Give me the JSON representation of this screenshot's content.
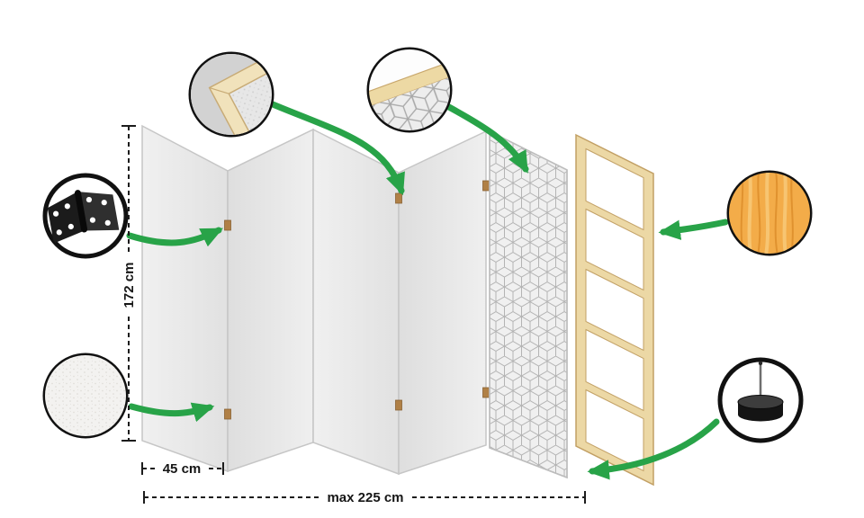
{
  "diagram": {
    "title": "room-divider-construction-infographic",
    "labels": {
      "height": "172 cm",
      "panel_width": "45 cm",
      "max_width": "max 225 cm"
    },
    "callouts": [
      {
        "id": "hinge",
        "icon": "hinge-icon"
      },
      {
        "id": "frame-corner",
        "icon": "frame-corner-icon"
      },
      {
        "id": "printed-fabric-corner",
        "icon": "printed-fabric-corner-icon"
      },
      {
        "id": "pine-wood",
        "icon": "wood-texture-icon"
      },
      {
        "id": "non-woven-fleece",
        "icon": "fleece-texture-icon"
      },
      {
        "id": "stabilizing-foot",
        "icon": "foot-icon"
      }
    ],
    "colors": {
      "arrow_green": "#28a348",
      "panel_gray": "#e9e9e9",
      "pattern_line": "#b4b4b4",
      "wood_frame_fill": "#ecd8a5",
      "wood_frame_stroke": "#c2a065",
      "wood_texture": "#f3ac49",
      "circle_stroke": "#111111",
      "dimension_line": "#1c1c1c"
    }
  }
}
